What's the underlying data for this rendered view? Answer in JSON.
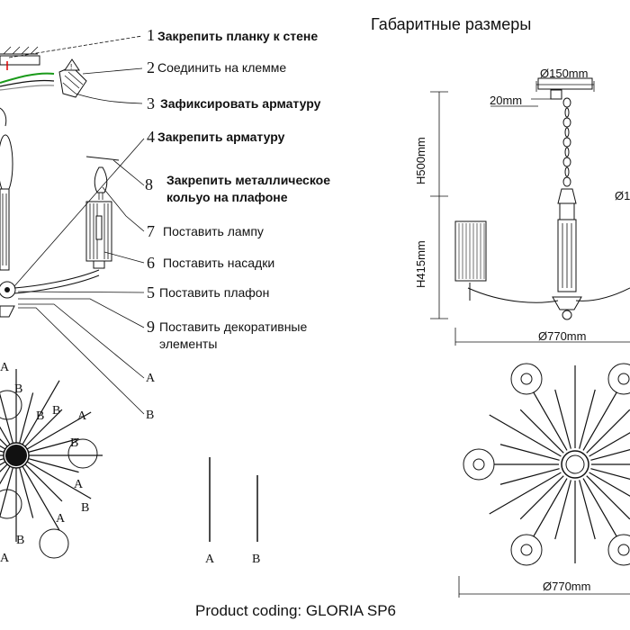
{
  "title": "Габаритные размеры",
  "steps": [
    {
      "num": "1",
      "text": "Закрепить планку к стене"
    },
    {
      "num": "2",
      "text": "Соединить на клемме"
    },
    {
      "num": "3",
      "text": "Зафиксировать арматуру"
    },
    {
      "num": "4",
      "text": "Закрепить арматуру"
    },
    {
      "num": "8",
      "text": "Закрепить металлическое",
      "text2": "кольуо на плафоне"
    },
    {
      "num": "7",
      "text": "Поставить лампу"
    },
    {
      "num": "6",
      "text": "Поставить насадки"
    },
    {
      "num": "5",
      "text": "Поставить плафон"
    },
    {
      "num": "9",
      "text": "Поставить декоративные",
      "text2": "элементы"
    }
  ],
  "part_labels": {
    "a": "A",
    "b": "B"
  },
  "starburst_labels": [
    "A",
    "B",
    "B",
    "A",
    "B",
    "B",
    "A",
    "B",
    "A",
    "B",
    "A"
  ],
  "dimensions": {
    "canopy_diameter": "Ø150mm",
    "canopy_height": "20mm",
    "chain_height": "H500mm",
    "body_height": "H415mm",
    "width_side": "Ø770mm",
    "width_top": "Ø770mm",
    "shade_partial": "Ø1"
  },
  "product_coding": "Product coding: GLORIA SP6"
}
